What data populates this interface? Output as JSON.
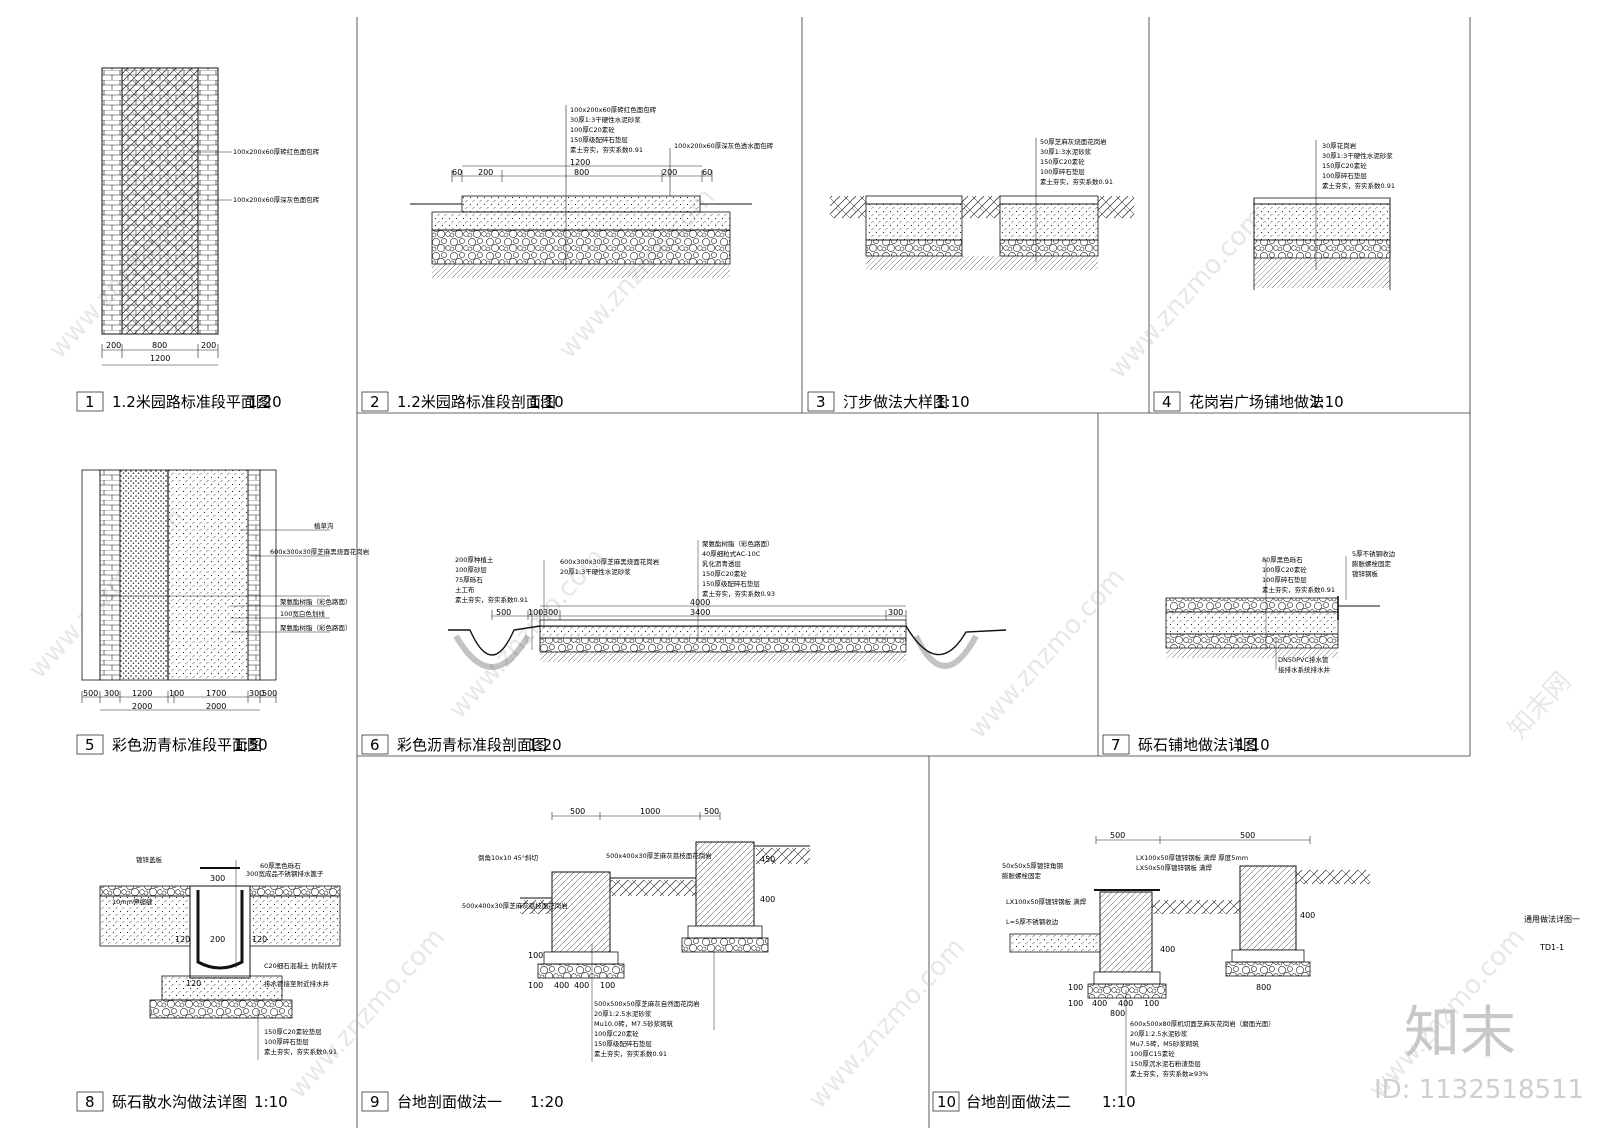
{
  "panels": [
    {
      "num": "1",
      "title": "1.2米园路标准段平面图",
      "scale": "1:20",
      "notes": [
        "100x200x60厚砖红色面包砖",
        "100x200x60厚深灰色面包砖"
      ],
      "dims": [
        "200",
        "800",
        "200",
        "1200"
      ]
    },
    {
      "num": "2",
      "title": "1.2米园路标准段剖面图",
      "scale": "1:10",
      "notes": [
        "100x200x60厚砖红色面包砖",
        "30厚1:3干硬性水泥砂浆",
        "100厚C20素砼",
        "150厚级配碎石垫层",
        "素土夯实，夯实系数0.91",
        "100x200x60厚深灰色透水面包砖"
      ],
      "dims": [
        "1200",
        "60",
        "200",
        "800",
        "200",
        "60"
      ]
    },
    {
      "num": "3",
      "title": "汀步做法大样图",
      "scale": "1:10",
      "notes": [
        "50厚芝麻灰烧面花岗岩",
        "30厚1:3水泥砂浆",
        "150厚C20素砼",
        "100厚碎石垫层",
        "素土夯实，夯实系数0.91"
      ]
    },
    {
      "num": "4",
      "title": "花岗岩广场铺地做法",
      "scale": "1:10",
      "notes": [
        "30厚花岗岩",
        "30厚1:3干硬性水泥砂浆",
        "150厚C20素砼",
        "100厚碎石垫层",
        "素土夯实，夯实系数0.91"
      ]
    },
    {
      "num": "5",
      "title": "彩色沥青标准段平面图",
      "scale": "1:50",
      "notes": [
        "植草沟",
        "600x300x30厚芝麻黑烧面花岗岩",
        "聚氨酯树脂（彩色路面）",
        "100宽白色划线",
        "聚氨酯树脂（彩色路面）"
      ],
      "dims": [
        "500",
        "300",
        "1200",
        "100",
        "1700",
        "300",
        "500",
        "2000",
        "2000"
      ]
    },
    {
      "num": "6",
      "title": "彩色沥青标准段剖面图",
      "scale": "1:20",
      "notes": [
        "200厚种植土",
        "100厚砂层",
        "75厚砾石",
        "土工布",
        "素土夯实，夯实系数0.91",
        "600x300x30厚芝麻黑烧面花岗岩",
        "20厚1:3干硬性水泥砂浆",
        "聚氨酯树脂（彩色路面）",
        "40厚细粒式AC-10C",
        "乳化沥青透层",
        "150厚C20素砼",
        "150厚级配碎石垫层",
        "素土夯实，夯实系数0.93"
      ],
      "dims": [
        "500",
        "100",
        "300",
        "3400",
        "300",
        "4000"
      ]
    },
    {
      "num": "7",
      "title": "砾石铺地做法详图",
      "scale": "1:10",
      "notes": [
        "80厚黑色砾石",
        "100厚C20素砼",
        "100厚碎石垫层",
        "素土夯实，夯实系数0.91",
        "5厚不锈钢收边",
        "膨胀螺栓固定",
        "镀锌钢板",
        "DN50PVC排水管",
        "接排水系统排水井"
      ]
    },
    {
      "num": "8",
      "title": "砾石散水沟做法详图",
      "scale": "1:10",
      "notes": [
        "镀锌盖板",
        "60厚黑色砾石",
        "300宽成品不锈钢排水篦子",
        "10mm伸缩缝",
        "C20细石混凝土 抗裂找平",
        "排水管接至附近排水井",
        "150厚C20素砼垫层",
        "100厚碎石垫层",
        "素土夯实，夯实系数0.91"
      ],
      "dims": [
        "300",
        "120",
        "120",
        "200",
        "120"
      ]
    },
    {
      "num": "9",
      "title": "台地剖面做法一",
      "scale": "1:20",
      "notes": [
        "500x400x30厚芝麻灰荔枝面花岗岩",
        "倒角10x10 45°斜切",
        "500x400x30厚芝麻灰荔枝面花岗岩",
        "500x500x50厚芝麻灰自然面花岗岩",
        "20厚1:2.5水泥砂浆",
        "Mu10.0砖，M7.5砂浆砌筑",
        "100厚C20素砼",
        "150厚级配碎石垫层",
        "素土夯实，夯实系数0.91"
      ],
      "dims": [
        "500",
        "1000",
        "500",
        "450",
        "400",
        "100",
        "100",
        "400",
        "400",
        "100"
      ]
    },
    {
      "num": "10",
      "title": "台地剖面做法二",
      "scale": "1:10",
      "notes": [
        "50x50x5厚镀锌角钢",
        "膨胀螺栓固定",
        "LX100x50厚镀锌钢板 满焊 厚度5mm",
        "LX50x50厚镀锌钢板 满焊",
        "LX100x50厚镀锌钢板 满焊",
        "L=5厚不锈钢收边",
        "600x500x80厚机切面芝麻灰花岗岩（磨面光面）",
        "20厚1:2.5水泥砂浆",
        "Mu7.5砖，M5砂浆砌筑",
        "100厚C15素砼",
        "150厚沉水泥石粉渣垫层",
        "素土夯实，夯实系数≥93%"
      ],
      "dims": [
        "500",
        "500",
        "400",
        "800",
        "400",
        "100",
        "100",
        "400",
        "400",
        "100",
        "800"
      ]
    }
  ],
  "sheet_info": {
    "title": "通用做法详图一",
    "code": "TD1-1"
  },
  "watermark": {
    "site": "www.znzmo.com",
    "cn": "知末网",
    "logo": "知末",
    "id": "ID: 1132518511"
  }
}
